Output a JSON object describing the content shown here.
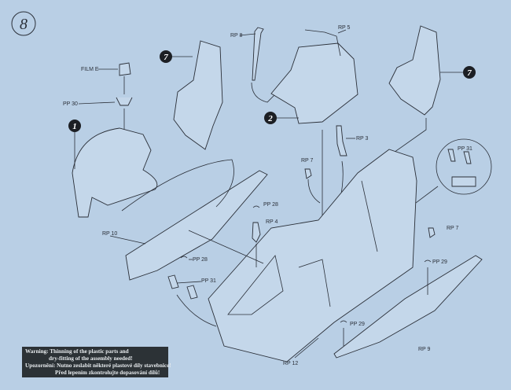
{
  "step_number": "8",
  "sub_assemblies": {
    "canopy_hood": "1",
    "rear_console": "2",
    "seat_left": "7",
    "seat_right": "7"
  },
  "labels": {
    "film_e": "FILM E",
    "pp30": "PP 30",
    "rp8": "RP 8",
    "rp5": "RP 5",
    "rp3": "RP 3",
    "rp7_top": "RP 7",
    "pp31_detail": "PP 31",
    "pp28_top": "PP 28",
    "rp4": "RP 4",
    "rp7_right": "RP 7",
    "rp10": "RP 10",
    "pp28_bottom": "PP 28",
    "pp31_bottom": "PP 31",
    "pp29_right": "PP 29",
    "pp29_bottom": "PP 29",
    "rp12": "RP 12",
    "rp9": "RP 9"
  },
  "warning": {
    "line1": "Warning: Thinning of the plastic parts and",
    "line2": "dry-fitting of the assembly needed!",
    "line3": "Upozornění: Nutno zeslabit některé plastové díly stavebnice!",
    "line4": "Před lepením zkontrolujte dopasování dílů!"
  }
}
